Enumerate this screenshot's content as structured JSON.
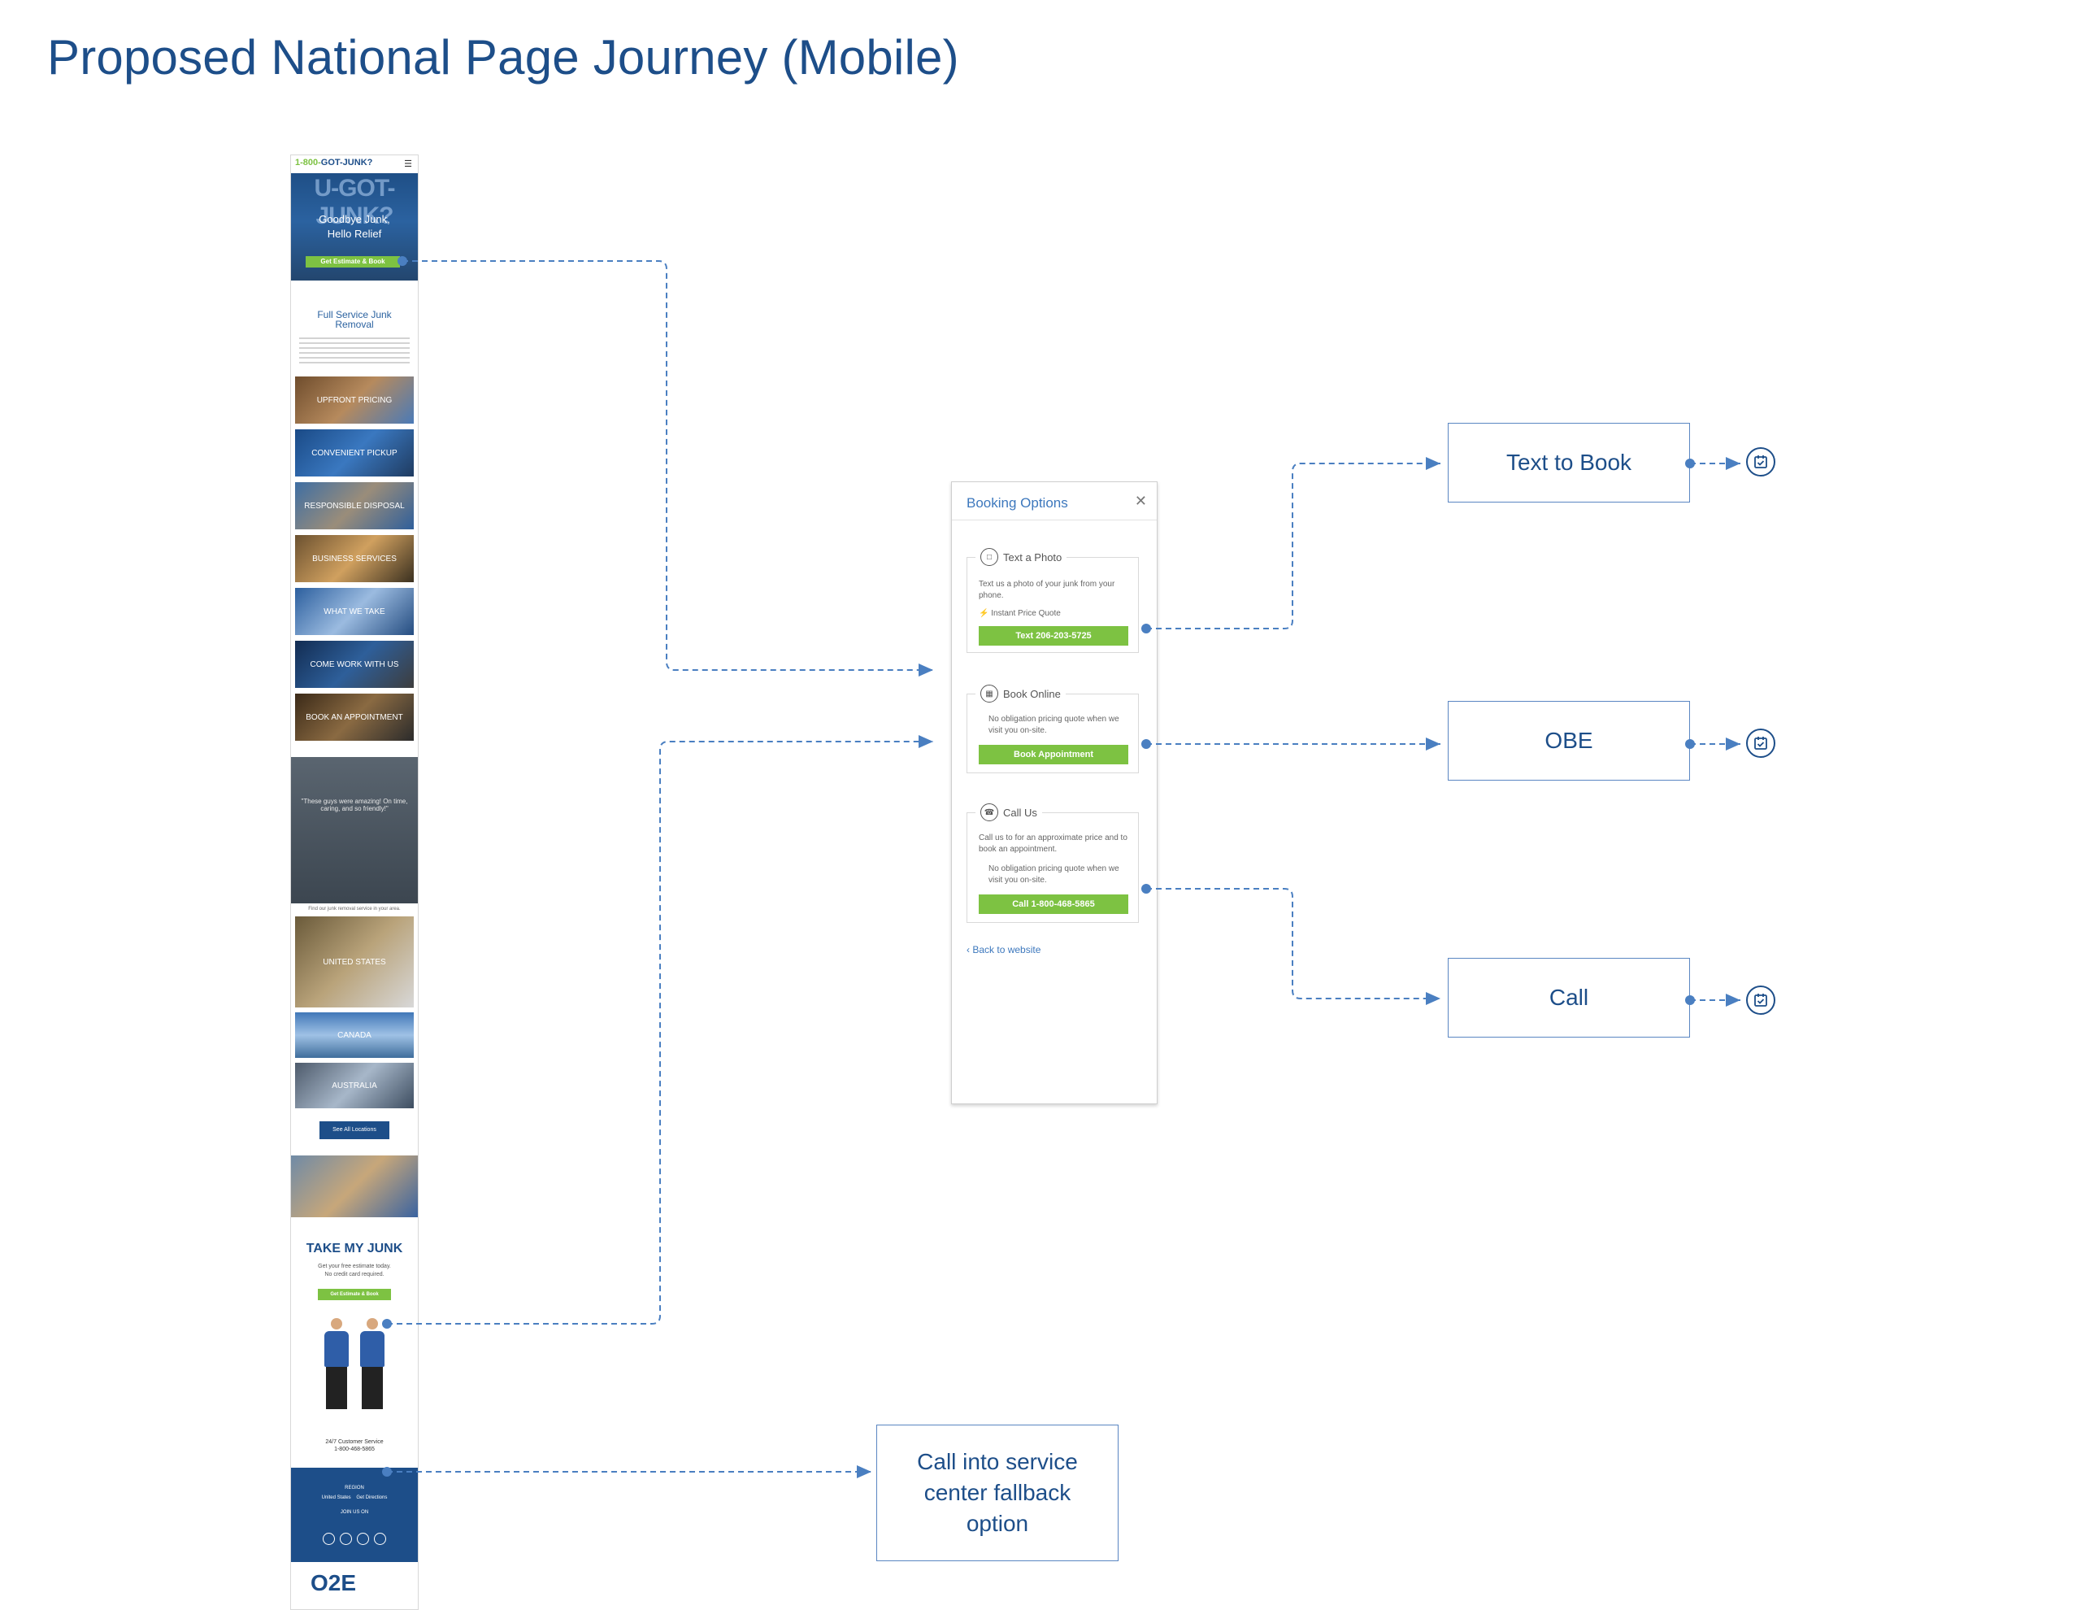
{
  "title": "Proposed National Page Journey (Mobile)",
  "mobile_page": {
    "logo_text": "1-800-GOT-JUNK?",
    "hero_banner": "U-GOT-JUNK?",
    "hero_line1": "Goodbye Junk,",
    "hero_line2": "Hello Relief",
    "hero_button": "Get Estimate & Book",
    "section_title": "Full Service Junk Removal",
    "tiles": [
      "UPFRONT PRICING",
      "CONVENIENT PICKUP",
      "RESPONSIBLE DISPOSAL",
      "BUSINESS SERVICES",
      "WHAT WE TAKE",
      "COME WORK WITH US",
      "BOOK AN APPOINTMENT"
    ],
    "testimonial": "\"These guys were amazing! On time, caring, and so friendly!\"",
    "find_text": "Find our junk removal service in your area.",
    "locations": [
      "UNITED STATES",
      "CANADA",
      "AUSTRALIA"
    ],
    "see_all": "See All Locations",
    "take_title": "TAKE MY JUNK",
    "take_sub1": "Get your free estimate today.",
    "take_sub2": "No credit card required.",
    "take_button": "Get Estimate & Book",
    "service_line1": "24/7 Customer Service",
    "service_line2": "1-800-468-5865",
    "footer_region": "REGION",
    "footer_region_value1": "United States",
    "footer_region_value2": "Get Directions",
    "footer_join": "JOIN US ON",
    "brand": "O2E"
  },
  "panel": {
    "title": "Booking Options",
    "close_icon": "close-icon",
    "options": [
      {
        "label": "Text a Photo",
        "icon": "chat-icon",
        "text1": "Text us a photo of your junk from your phone.",
        "bullet": "Instant Price Quote",
        "button": "Text 206-203-5725"
      },
      {
        "label": "Book Online",
        "icon": "calendar-icon",
        "bullet": "No obligation pricing quote when we visit you on-site.",
        "button": "Book Appointment"
      },
      {
        "label": "Call Us",
        "icon": "phone-icon",
        "text1": "Call us to for an approximate price and to book an appointment.",
        "bullet": "No obligation pricing quote when we visit you on-site.",
        "button": "Call 1-800-468-5865"
      }
    ],
    "back_link": "Back to website"
  },
  "outcomes": [
    {
      "label": "Text to Book"
    },
    {
      "label": "OBE"
    },
    {
      "label": "Call"
    }
  ],
  "fallback": {
    "label": "Call into service center fallback option"
  },
  "colors": {
    "title": "#1d4e89",
    "connector": "#4a7fc1",
    "accent_green": "#7dc242",
    "panel_link": "#3d78bd"
  }
}
